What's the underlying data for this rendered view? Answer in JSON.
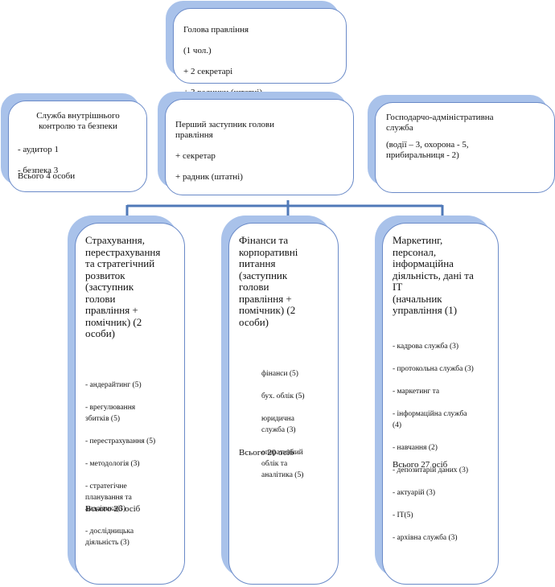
{
  "head": {
    "lines": [
      "Голова правління",
      " (1 чол.)",
      "+ 2 секретарі",
      "+ 3 радники (штатні)"
    ]
  },
  "internal_control": {
    "title": "Служба внутрішнього\nконтролю та безпеки",
    "items": [
      "-  аудитор 1",
      "- безпека  3"
    ],
    "total": "Всього 4 особи"
  },
  "first_deputy": {
    "lines": [
      "Перший заступник голови\nправління",
      "+  секретар",
      "+ радник (штатні)"
    ]
  },
  "admin_service": {
    "title": "Господарчо-адміністративна\nслужба",
    "details": "(водії – 3, охорона - 5,\nприбиральниця - 2)"
  },
  "insurance": {
    "heading": "Страхування,\nперестрахування\nта стратегічний\nрозвиток\n(заступник\nголови\nправління +\nпомічник) (2\nособи)",
    "items": [
      "- андерайтинг (5)",
      "- врегулювання\nзбитків (5)",
      "- перестрахування (5)",
      "- методологія (3)",
      "- стратегічне\nпланування та\nаналітика(3)",
      "- дослідницька\nдіяльність (3)"
    ],
    "total": "Всього 26 осіб"
  },
  "finance": {
    "heading": "Фінанси та\nкорпоративні\nпитання\n(заступник\nголови\nправління +\nпомічник) (2\nособи)",
    "items": [
      "фінанси (5)",
      "бух. облік (5)",
      "юридична\nслужба (3)",
      "оперативний\nоблік та\nаналітика (5)"
    ],
    "total": "Всього 20 осіб"
  },
  "marketing": {
    "heading": "Маркетинг,\nперсонал,\nінформаційна\nдіяльність, дані та\nIT\n(начальник\nуправління (1)",
    "items": [
      "- кадрова служба (3)",
      "- протокольна служба (3)",
      "- маркетинг та",
      "- інформаційна служба\n(4)",
      "- навчання (2)",
      "- депозитарій даних (3)",
      "- актуарій (3)",
      "- IT(5)",
      "- архівна служба (3)"
    ],
    "total": "Всього 27 осіб"
  },
  "colors": {
    "border": "#6a8ac8",
    "shadow": "#a9c2ea",
    "connector": "#4f79b8"
  }
}
